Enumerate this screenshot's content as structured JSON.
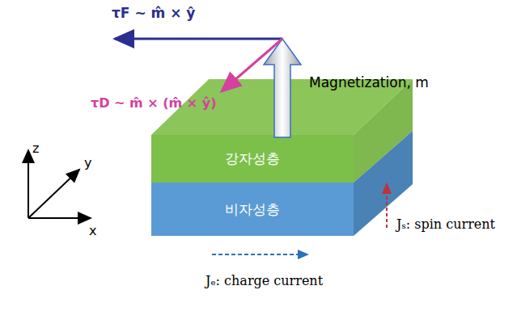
{
  "diagram": {
    "nodes": [
      {
        "text": [
          "강자성층"
        ]
      },
      {
        "text": [
          "비자성층"
        ]
      }
    ],
    "labels": [
      "τF ~ m̂ × ŷ",
      "τD ~ m̂ × (m̂ × ŷ)",
      "Magnetization, m",
      "z",
      "y",
      "x",
      "Jₛ: spin current",
      "Jₑ: charge current"
    ]
  }
}
